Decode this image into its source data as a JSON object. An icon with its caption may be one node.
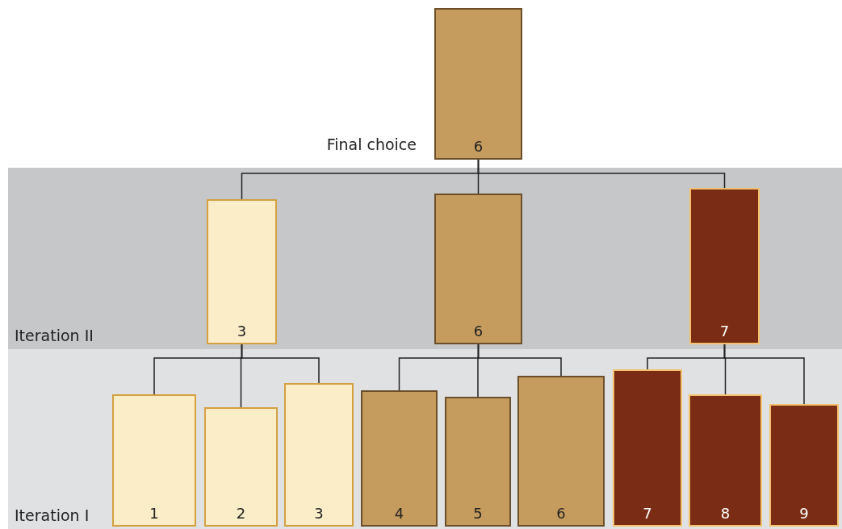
{
  "diagram": {
    "nodes": [
      {
        "text": [
          "6"
        ],
        "beside": [
          "Final choice"
        ]
      },
      {
        "text": [
          "Iteration II"
        ]
      },
      {
        "text": [
          "3"
        ],
        "in": 1
      },
      {
        "text": [
          "6"
        ],
        "in": 1
      },
      {
        "text": [
          "7"
        ],
        "in": 1
      },
      {
        "text": [
          "Iteration I"
        ]
      },
      {
        "text": [
          "1"
        ],
        "in": 5
      },
      {
        "text": [
          "2"
        ],
        "in": 5
      },
      {
        "text": [
          "3"
        ],
        "in": 5
      },
      {
        "text": [
          "4"
        ],
        "in": 5
      },
      {
        "text": [
          "5"
        ],
        "in": 5
      },
      {
        "text": [
          "6"
        ],
        "in": 5
      },
      {
        "text": [
          "7"
        ],
        "in": 5
      },
      {
        "text": [
          "8"
        ],
        "in": 5
      },
      {
        "text": [
          "9"
        ],
        "in": 5
      }
    ],
    "edges": [
      {
        "from": 0,
        "to": 2,
        "arrow": "none"
      },
      {
        "from": 0,
        "to": 3,
        "arrow": "none"
      },
      {
        "from": 0,
        "to": 4,
        "arrow": "none"
      },
      {
        "from": 2,
        "to": 6,
        "arrow": "none"
      },
      {
        "from": 2,
        "to": 7,
        "arrow": "none"
      },
      {
        "from": 2,
        "to": 8,
        "arrow": "none"
      },
      {
        "from": 3,
        "to": 9,
        "arrow": "none"
      },
      {
        "from": 3,
        "to": 10,
        "arrow": "none"
      },
      {
        "from": 3,
        "to": 11,
        "arrow": "none"
      },
      {
        "from": 4,
        "to": 12,
        "arrow": "none"
      },
      {
        "from": 4,
        "to": 13,
        "arrow": "none"
      },
      {
        "from": 4,
        "to": 14,
        "arrow": "none"
      }
    ]
  }
}
